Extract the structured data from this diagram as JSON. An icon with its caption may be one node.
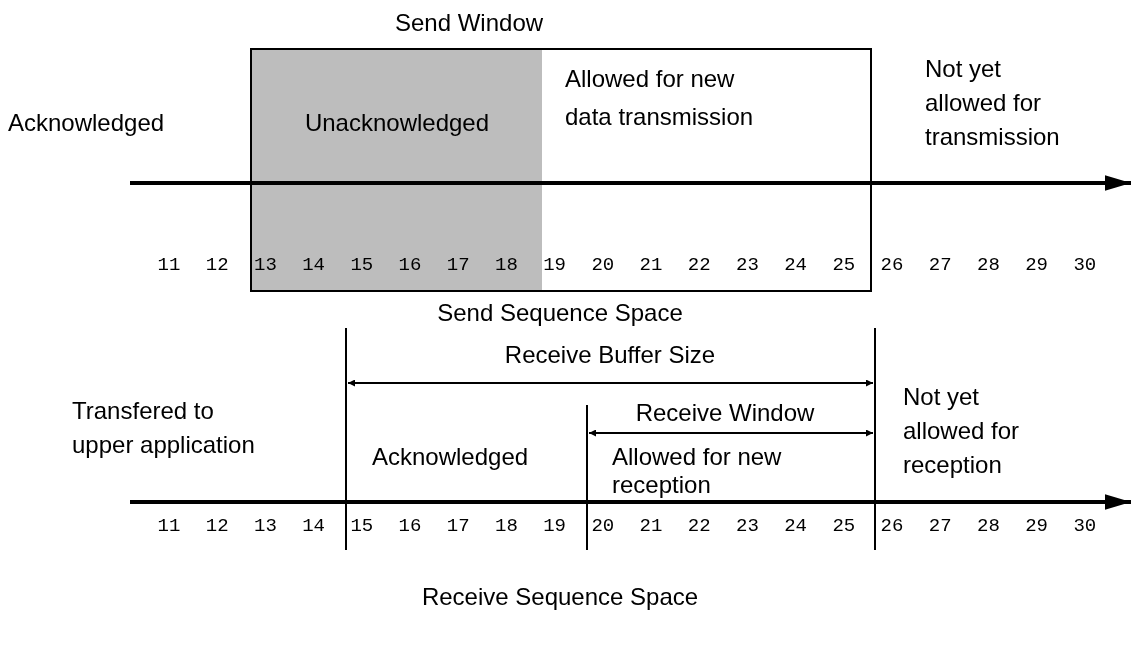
{
  "diagram": {
    "nodes": [
      {
        "text": [
          "Send Window",
          "Allowed for new data transmission"
        ]
      },
      {
        "text": [
          "Unacknowledged"
        ],
        "in": 0
      }
    ],
    "labels": [
      "Acknowledged",
      "Not yet allowed for transmission",
      "11",
      "12",
      "13",
      "14",
      "15",
      "16",
      "17",
      "18",
      "19",
      "20",
      "21",
      "22",
      "23",
      "24",
      "25",
      "26",
      "27",
      "28",
      "29",
      "30",
      "Send Sequence Space",
      "Receive Buffer Size",
      "Receive Window",
      "Transfered to upper application",
      "Acknowledged",
      "Allowed for new reception",
      "Not yet allowed for reception",
      "11",
      "12",
      "13",
      "14",
      "15",
      "16",
      "17",
      "18",
      "19",
      "20",
      "21",
      "22",
      "23",
      "24",
      "25",
      "26",
      "27",
      "28",
      "29",
      "30",
      "Receive Sequence Space"
    ]
  }
}
